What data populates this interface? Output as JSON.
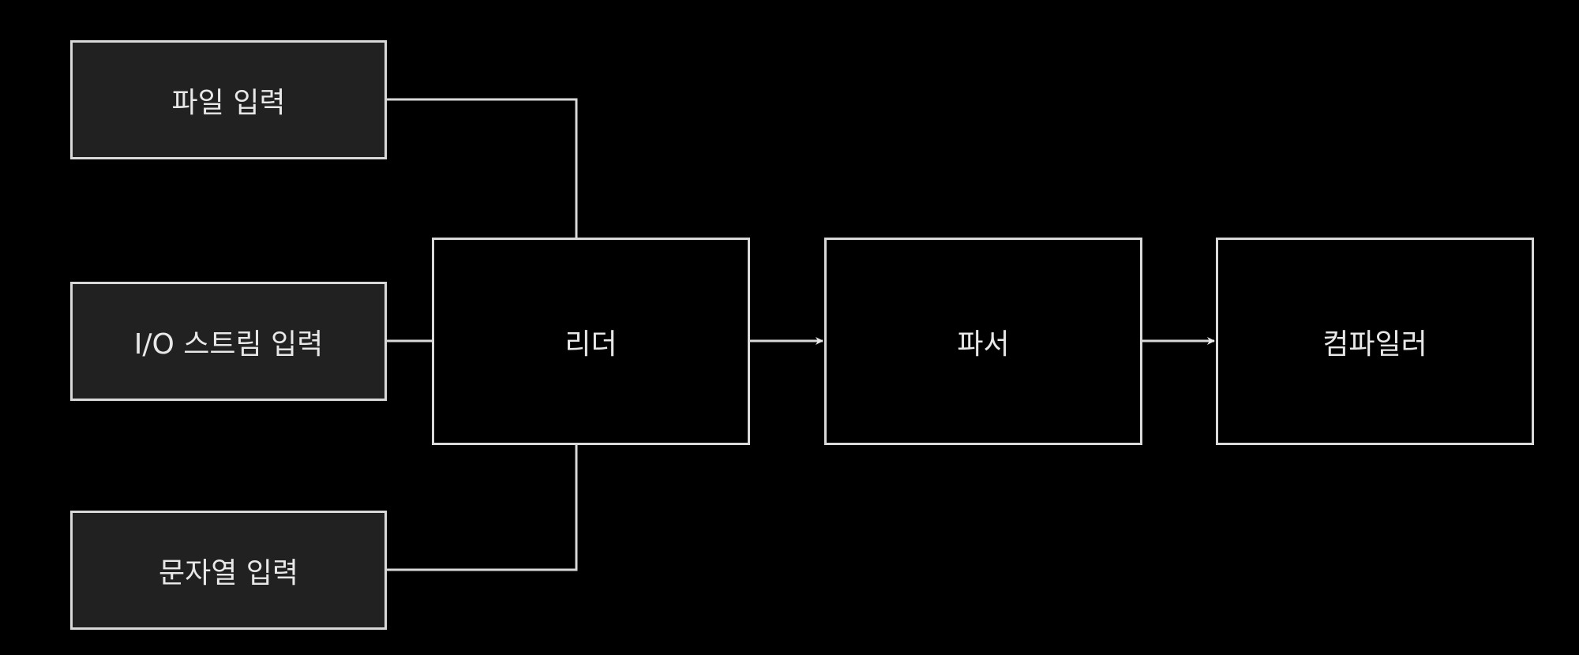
{
  "inputs": [
    {
      "label": "파일 입력"
    },
    {
      "label": "I/O 스트림 입력"
    },
    {
      "label": "문자열 입력"
    }
  ],
  "stages": [
    {
      "label": "리더"
    },
    {
      "label": "파서"
    },
    {
      "label": "컴파일러"
    }
  ],
  "colors": {
    "background": "#000000",
    "input_fill": "#212121",
    "stroke": "#d9d9d9",
    "text": "#e8e8e8"
  }
}
